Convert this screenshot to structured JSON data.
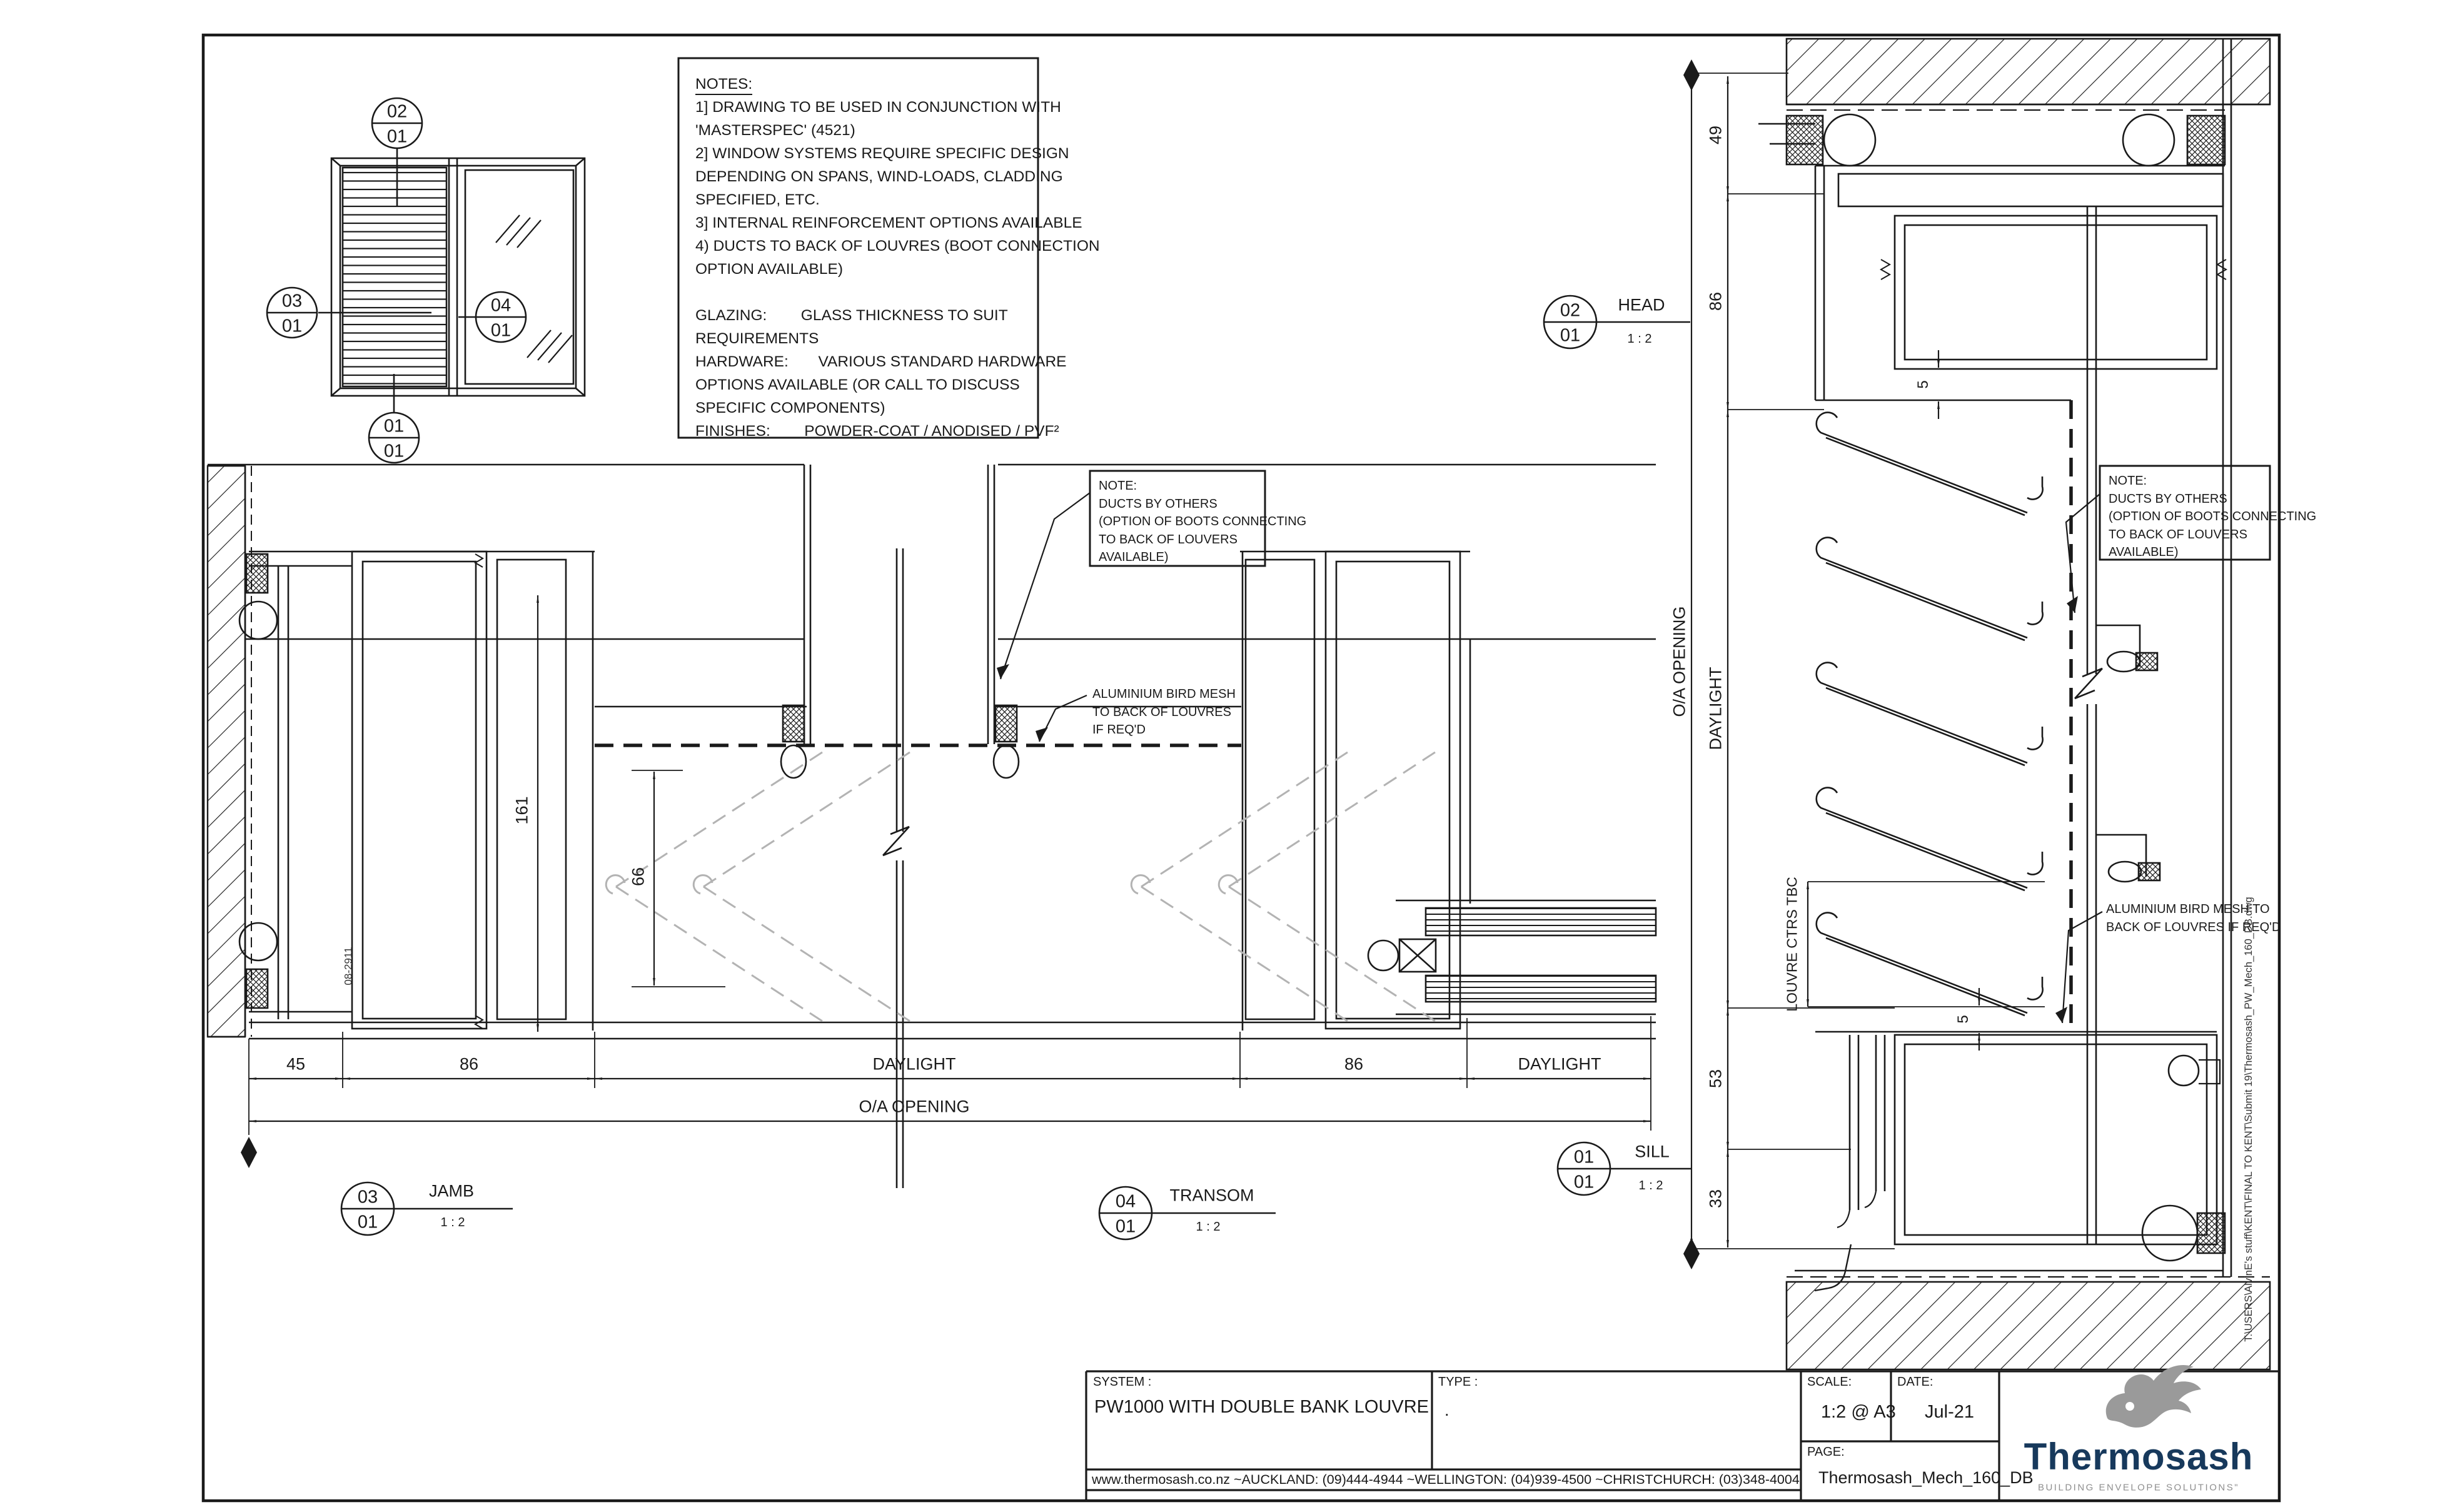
{
  "sheet": {
    "paper_color": "#ffffff",
    "line_color": "#1a1a1a",
    "ghost_color": "#b3b3b3"
  },
  "key_elevation": {
    "balloons": {
      "top": {
        "detail": "02",
        "sheet": "01"
      },
      "bottom": {
        "detail": "01",
        "sheet": "01"
      },
      "left": {
        "detail": "03",
        "sheet": "01"
      },
      "right": {
        "detail": "04",
        "sheet": "01"
      }
    }
  },
  "notes": {
    "lines": [
      "NOTES:",
      "1] DRAWING TO BE USED IN CONJUNCTION WITH",
      "'MASTERSPEC' (4521)",
      "2] WINDOW SYSTEMS REQUIRE SPECIFIC DESIGN",
      "DEPENDING ON SPANS, WIND-LOADS, CLADDING",
      "SPECIFIED, ETC.",
      "3] INTERNAL REINFORCEMENT OPTIONS AVAILABLE",
      "4) DUCTS TO BACK OF LOUVRES (BOOT CONNECTION",
      "OPTION AVAILABLE)",
      "",
      "GLAZING:        GLASS THICKNESS TO SUIT",
      "REQUIREMENTS",
      "HARDWARE:       VARIOUS STANDARD HARDWARE",
      "OPTIONS AVAILABLE (OR CALL TO DISCUSS",
      "SPECIFIC COMPONENTS)",
      "FINISHES:        POWDER-COAT / ANODISED / PVF²"
    ]
  },
  "plan": {
    "title_jamb": {
      "detail": "03",
      "sheet": "01",
      "label": "JAMB",
      "scale": "1 : 2"
    },
    "title_transom": {
      "detail": "04",
      "sheet": "01",
      "label": "TRANSOM",
      "scale": "1 : 2"
    },
    "dims": {
      "flange": "45",
      "frame_left": "86",
      "daylight_left": "DAYLIGHT",
      "frame_right": "86",
      "daylight_right": "DAYLIGHT",
      "overall": "O/A OPENING",
      "frame_depth": "161",
      "louvre_depth": "66"
    },
    "profile_code": "08-2911",
    "note_box": {
      "title": "NOTE:",
      "lines": [
        "DUCTS BY OTHERS",
        "(OPTION OF BOOTS CONNECTING",
        "TO BACK OF LOUVERS",
        "AVAILABLE)"
      ]
    },
    "mesh_note": {
      "lines": [
        "ALUMINIUM BIRD MESH",
        "TO BACK OF LOUVRES",
        "IF REQ'D"
      ]
    }
  },
  "section": {
    "title_head": {
      "detail": "02",
      "sheet": "01",
      "label": "HEAD",
      "scale": "1 : 2"
    },
    "title_sill": {
      "detail": "01",
      "sheet": "01",
      "label": "SILL",
      "scale": "1 : 2"
    },
    "dims": {
      "head_gap": "49",
      "head_frame": "86",
      "daylight": "DAYLIGHT",
      "overall": "O/A OPENING",
      "louvre_centres": "LOUVRE CTRS TBC",
      "sill_frame": "53",
      "sill_gap": "33",
      "blade_gap_top": "5",
      "blade_gap_bottom": "5"
    },
    "note_box": {
      "title": "NOTE:",
      "lines": [
        "DUCTS BY OTHERS",
        "(OPTION OF BOOTS CONNECTING",
        "TO BACK OF LOUVERS",
        "AVAILABLE)"
      ]
    },
    "mesh_note": {
      "lines": [
        "ALUMINIUM BIRD MESH TO",
        "BACK OF LOUVRES IF REQ'D"
      ]
    }
  },
  "file_path": "T:\\USERS\\AlvinE's stuff\\KENT\\FINAL TO KENT\\Submit 19\\Thermosash_PW_Mech_160_DB.dwg",
  "title_block": {
    "system_label": "SYSTEM :",
    "system_value": "PW1000 WITH DOUBLE BANK LOUVRE",
    "type_label": "TYPE :",
    "type_value": ".",
    "scale_label": "SCALE:",
    "scale_value": "1:2 @ A3",
    "date_label": "DATE:",
    "date_value": "Jul-21",
    "page_label": "PAGE:",
    "page_value": "Thermosash_Mech_160_DB",
    "contact": "www.thermosash.co.nz ~AUCKLAND: (09)444-4944 ~WELLINGTON: (04)939-4500 ~CHRISTCHURCH: (03)348-4004",
    "logo": {
      "wordmark": "Thermosash",
      "tagline": "BUILDING ENVELOPE SOLUTIONS\"",
      "bird_icon": "swallow-bird-logo",
      "navy": "#17395c",
      "gray": "#9a9a9a"
    }
  }
}
